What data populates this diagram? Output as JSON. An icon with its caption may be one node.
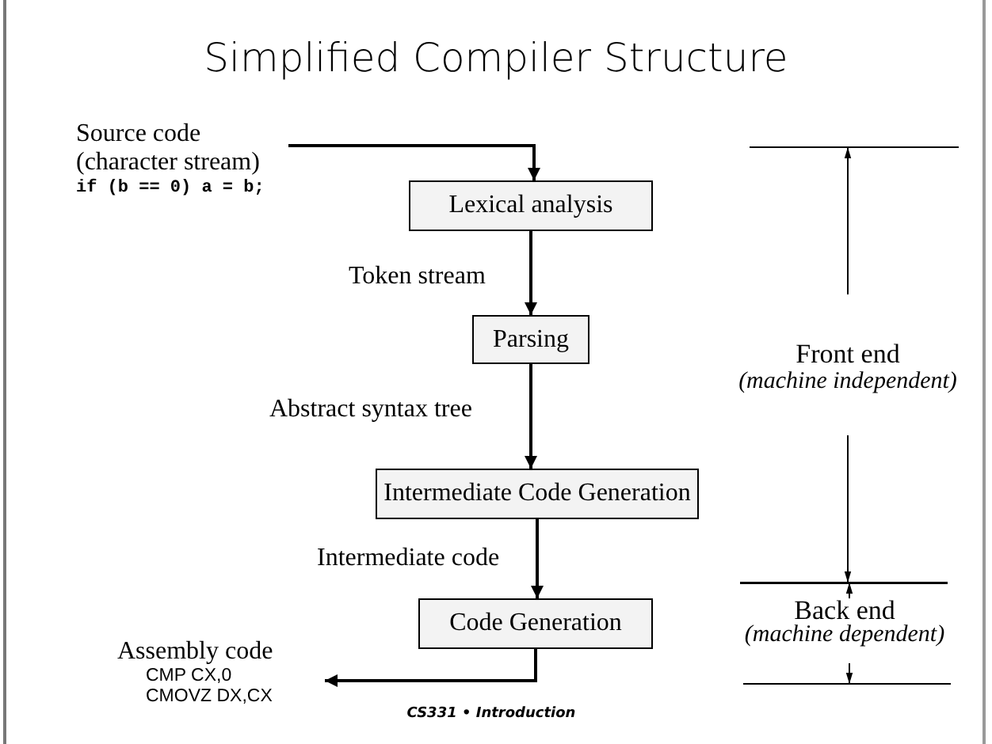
{
  "diagram": {
    "title": "Simplified Compiler Structure",
    "nodes": [
      {
        "text": [
          "Source code (character stream)",
          "if (b == 0) a = b;"
        ]
      },
      {
        "text": [
          "Lexical analysis"
        ]
      },
      {
        "text": [
          "Parsing"
        ]
      },
      {
        "text": [
          "Intermediate Code Generation"
        ]
      },
      {
        "text": [
          "Code Generation"
        ]
      },
      {
        "text": [
          "Assembly code",
          "CMP CX,0 CMOVZ DX,CX"
        ]
      }
    ],
    "edges": [
      {
        "from": 0,
        "to": 1,
        "arrow": "to"
      },
      {
        "from": 1,
        "to": 2,
        "arrow": "to",
        "label": "Token stream"
      },
      {
        "from": 2,
        "to": 3,
        "arrow": "to",
        "label": "Abstract syntax tree"
      },
      {
        "from": 3,
        "to": 4,
        "arrow": "to",
        "label": "Intermediate code"
      },
      {
        "from": 4,
        "to": 5,
        "arrow": "to"
      }
    ],
    "labels": [
      "Front end",
      "(machine independent)",
      "Back end",
      "(machine dependent)",
      "CS331 • Introduction"
    ]
  }
}
